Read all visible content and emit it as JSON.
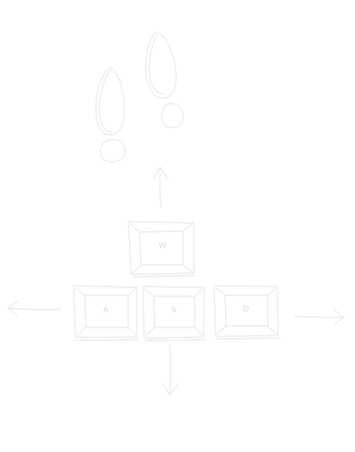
{
  "illustration": {
    "style": "hand-drawn sketch, white strokes on white",
    "stroke_color": "#ebebeb",
    "stroke_color_shadow": "#dcdcdc",
    "background_color": "#ffffff",
    "icons": [
      "footprints-icon",
      "arrow-up-icon",
      "arrow-left-icon",
      "arrow-down-icon",
      "arrow-right-icon"
    ],
    "keys": [
      {
        "name": "key-w",
        "label": "W",
        "direction": "up"
      },
      {
        "name": "key-a",
        "label": "A",
        "direction": "left"
      },
      {
        "name": "key-s",
        "label": "S",
        "direction": "down"
      },
      {
        "name": "key-d",
        "label": "D",
        "direction": "right"
      }
    ]
  }
}
